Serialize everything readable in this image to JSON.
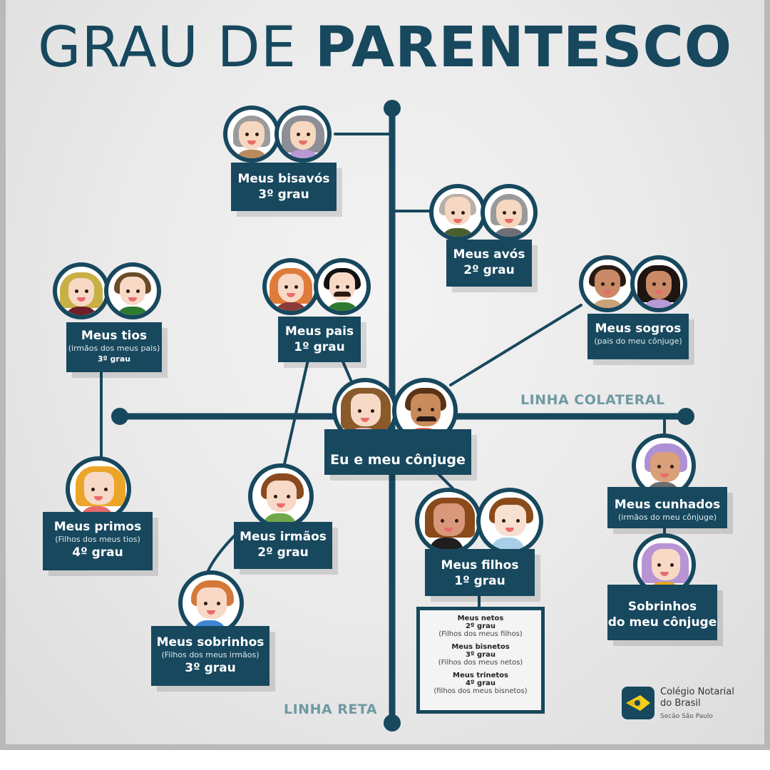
{
  "title": {
    "light": "GRAU DE ",
    "bold": "PARENTESCO"
  },
  "colors": {
    "primary": "#17485e",
    "axis_label": "#6f9aa2",
    "background": "#ececec"
  },
  "axes": {
    "horizontal_label": "LINHA COLATERAL",
    "vertical_label": "LINHA RETA"
  },
  "nodes": {
    "bisavos": {
      "name": "Meus bisavós",
      "degree": "3º grau"
    },
    "avos": {
      "name": "Meus avós",
      "degree": "2º grau"
    },
    "tios": {
      "name": "Meus tios",
      "sub": "(irmãos dos meus pais)",
      "degree": "3º grau"
    },
    "pais": {
      "name": "Meus pais",
      "degree": "1º grau"
    },
    "sogros": {
      "name": "Meus sogros",
      "sub": "(pais do meu cônjuge)"
    },
    "eu": {
      "name": "Eu e meu cônjuge"
    },
    "primos": {
      "name": "Meus primos",
      "sub": "(Filhos dos meus tios)",
      "degree": "4º grau"
    },
    "irmaos": {
      "name": "Meus irmãos",
      "degree": "2º grau"
    },
    "sobrinhos": {
      "name": "Meus sobrinhos",
      "sub": "(Filhos dos meus irmãos)",
      "degree": "3º grau"
    },
    "filhos": {
      "name": "Meus filhos",
      "degree": "1º grau"
    },
    "cunhados": {
      "name": "Meus cunhados",
      "sub": "(irmãos do meu cônjuge)"
    },
    "sobrinhos_conjuge": {
      "line1": "Sobrinhos",
      "line2": "do meu cônjuge"
    }
  },
  "descendants": [
    {
      "name": "Meus netos",
      "degree": "2º grau",
      "desc": "(Filhos dos meus filhos)"
    },
    {
      "name": "Meus bisnetos",
      "degree": "3º grau",
      "desc": "(Filhos dos meus netos)"
    },
    {
      "name": "Meus trinetos",
      "degree": "4º grau",
      "desc": "(filhos dos meus bisnetos)"
    }
  ],
  "logo": {
    "line1": "Colégio Notarial",
    "line2": "do Brasil",
    "line3": "Secão São Paulo"
  }
}
